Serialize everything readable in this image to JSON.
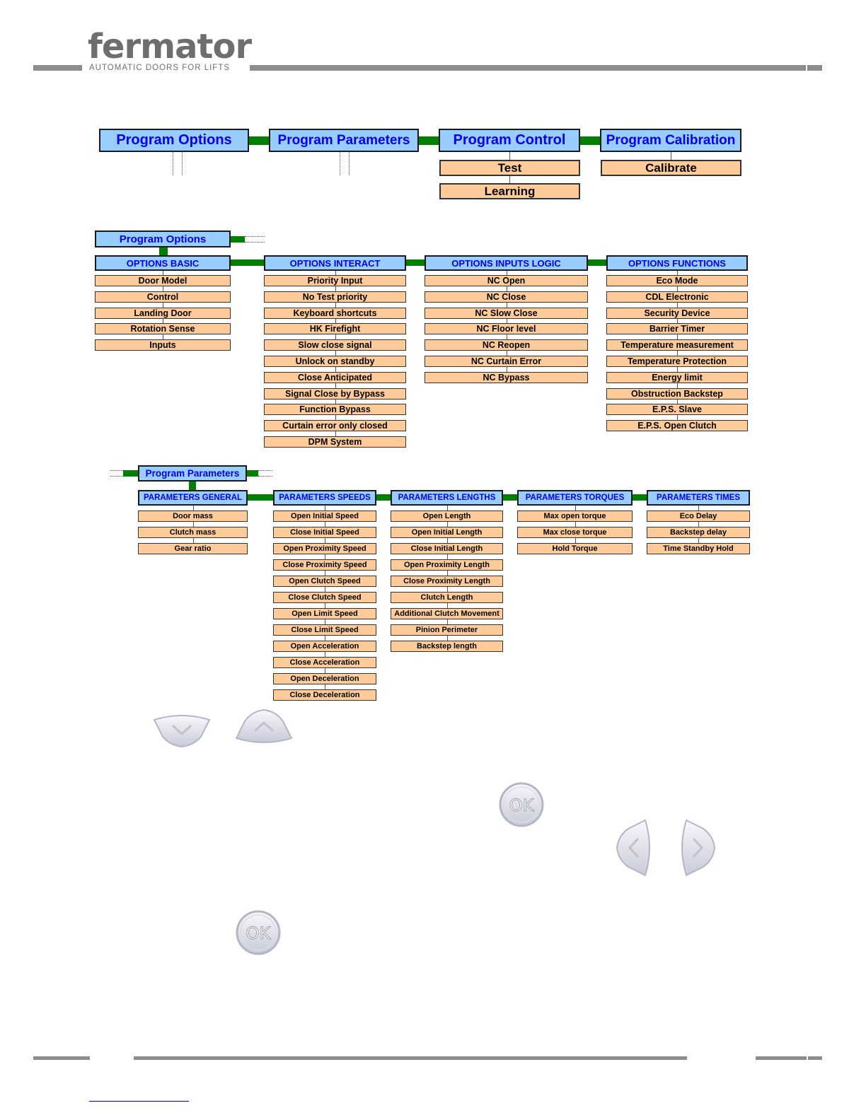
{
  "header": {
    "logo_text": "fermator",
    "tagline": "AUTOMATIC DOORS FOR LIFTS"
  },
  "top_menu": {
    "items": [
      "Program Options",
      "Program Parameters",
      "Program Control",
      "Program Calibration"
    ],
    "control_children": [
      "Test",
      "Learning"
    ],
    "calibration_children": [
      "Calibrate"
    ]
  },
  "options": {
    "title": "Program Options",
    "groups": [
      {
        "title": "OPTIONS BASIC",
        "items": [
          "Door Model",
          "Control",
          "Landing Door",
          "Rotation Sense",
          "Inputs"
        ]
      },
      {
        "title": "OPTIONS INTERACT",
        "items": [
          "Priority Input",
          "No Test priority",
          "Keyboard shortcuts",
          "HK Firefight",
          "Slow close signal",
          "Unlock on standby",
          "Close Anticipated",
          "Signal Close by Bypass",
          "Function Bypass",
          "Curtain error only closed",
          "DPM System"
        ]
      },
      {
        "title": "OPTIONS INPUTS LOGIC",
        "items": [
          "NC Open",
          "NC Close",
          "NC Slow Close",
          "NC Floor level",
          "NC Reopen",
          "NC Curtain Error",
          "NC Bypass"
        ]
      },
      {
        "title": "OPTIONS FUNCTIONS",
        "items": [
          "Eco Mode",
          "CDL Electronic",
          "Security Device",
          "Barrier Timer",
          "Temperature measurement",
          "Temperature Protection",
          "Energy limit",
          "Obstruction Backstep",
          "E.P.S. Slave",
          "E.P.S. Open Clutch"
        ]
      }
    ]
  },
  "parameters": {
    "title": "Program Parameters",
    "groups": [
      {
        "title": "PARAMETERS GENERAL",
        "items": [
          "Door mass",
          "Clutch mass",
          "Gear ratio"
        ]
      },
      {
        "title": "PARAMETERS SPEEDS",
        "items": [
          "Open Initial Speed",
          "Close Initial Speed",
          "Open Proximity Speed",
          "Close Proximity Speed",
          "Open Clutch Speed",
          "Close Clutch Speed",
          "Open Limit Speed",
          "Close Limit Speed",
          "Open Acceleration",
          "Close Acceleration",
          "Open Deceleration",
          "Close Deceleration"
        ]
      },
      {
        "title": "PARAMETERS LENGTHS",
        "items": [
          "Open Length",
          "Open Initial Length",
          "Close Initial Length",
          "Open Proximity Length",
          "Close Proximity Length",
          "Clutch Length",
          "Additional Clutch Movement",
          "Pinion Perimeter",
          "Backstep length"
        ]
      },
      {
        "title": "PARAMETERS TORQUES",
        "items": [
          "Max open torque",
          "Max close torque",
          "Hold Torque"
        ]
      },
      {
        "title": "PARAMETERS TIMES",
        "items": [
          "Eco Delay",
          "Backstep delay",
          "Time Standby Hold"
        ]
      }
    ]
  },
  "buttons": {
    "ok_label": "OK",
    "icons": [
      "down-arrow-button",
      "up-arrow-button",
      "ok-button",
      "left-arrow-button",
      "right-arrow-button",
      "ok-button"
    ]
  }
}
